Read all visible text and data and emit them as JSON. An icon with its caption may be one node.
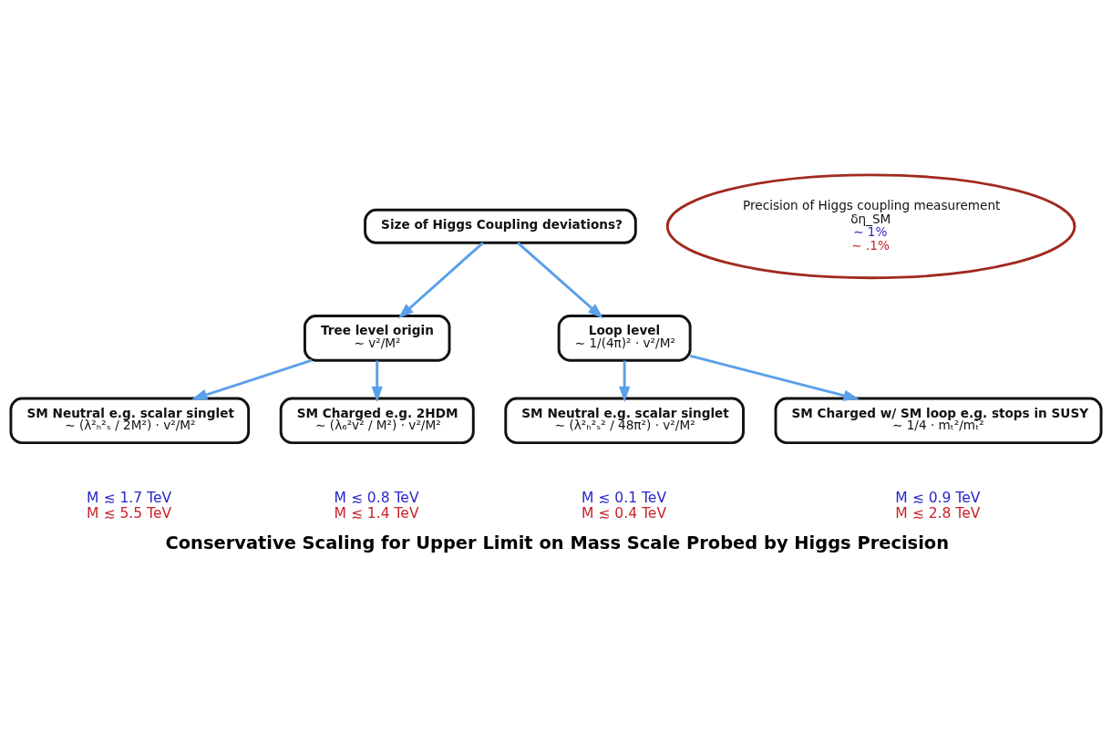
{
  "diagram": {
    "caption": "Conservative Scaling for Upper Limit on Mass Scale Probed by Higgs Precision",
    "nodes": [
      {
        "text": [
          "Size of Higgs Coupling deviations?"
        ]
      },
      {
        "text": [
          "Tree level origin",
          "∼ v²/M²"
        ]
      },
      {
        "text": [
          "Loop level",
          "∼ 1/(4π)² · v²/M²"
        ]
      },
      {
        "text": [
          "SM Neutral e.g. scalar singlet",
          "∼ (λ²ₕ²ₛ / 2M²) · v²/M²"
        ],
        "beside": [
          "M ≲ 1.7 TeV",
          "M ≲ 5.5 TeV"
        ]
      },
      {
        "text": [
          "SM Charged e.g. 2HDM",
          "∼ (λ₆²v² / M²) · v²/M²"
        ],
        "beside": [
          "M ≲ 0.8 TeV",
          "M ≲ 1.4 TeV"
        ]
      },
      {
        "text": [
          "SM Neutral e.g. scalar singlet",
          "∼ (λ²ₕ²ₛ² / 48π²) · v²/M²"
        ],
        "beside": [
          "M ≲ 0.1 TeV",
          "M ≲ 0.4 TeV"
        ]
      },
      {
        "text": [
          "SM Charged w/ SM loop e.g. stops in SUSY",
          "∼ 1/4 · mₜ²/mₜ̃²"
        ],
        "beside": [
          "M ≲ 0.9 TeV",
          "M ≲ 2.8 TeV"
        ]
      },
      {
        "text": [
          "Precision of Higgs coupling measurement",
          "δη_SM",
          "∼ 1%",
          "∼ .1%"
        ]
      }
    ],
    "edges": [
      {
        "from": 0,
        "to": 1,
        "arrow": "to"
      },
      {
        "from": 0,
        "to": 2,
        "arrow": "to"
      },
      {
        "from": 1,
        "to": 3,
        "arrow": "to"
      },
      {
        "from": 1,
        "to": 4,
        "arrow": "to"
      },
      {
        "from": 2,
        "to": 5,
        "arrow": "to"
      },
      {
        "from": 2,
        "to": 6,
        "arrow": "to"
      }
    ]
  }
}
